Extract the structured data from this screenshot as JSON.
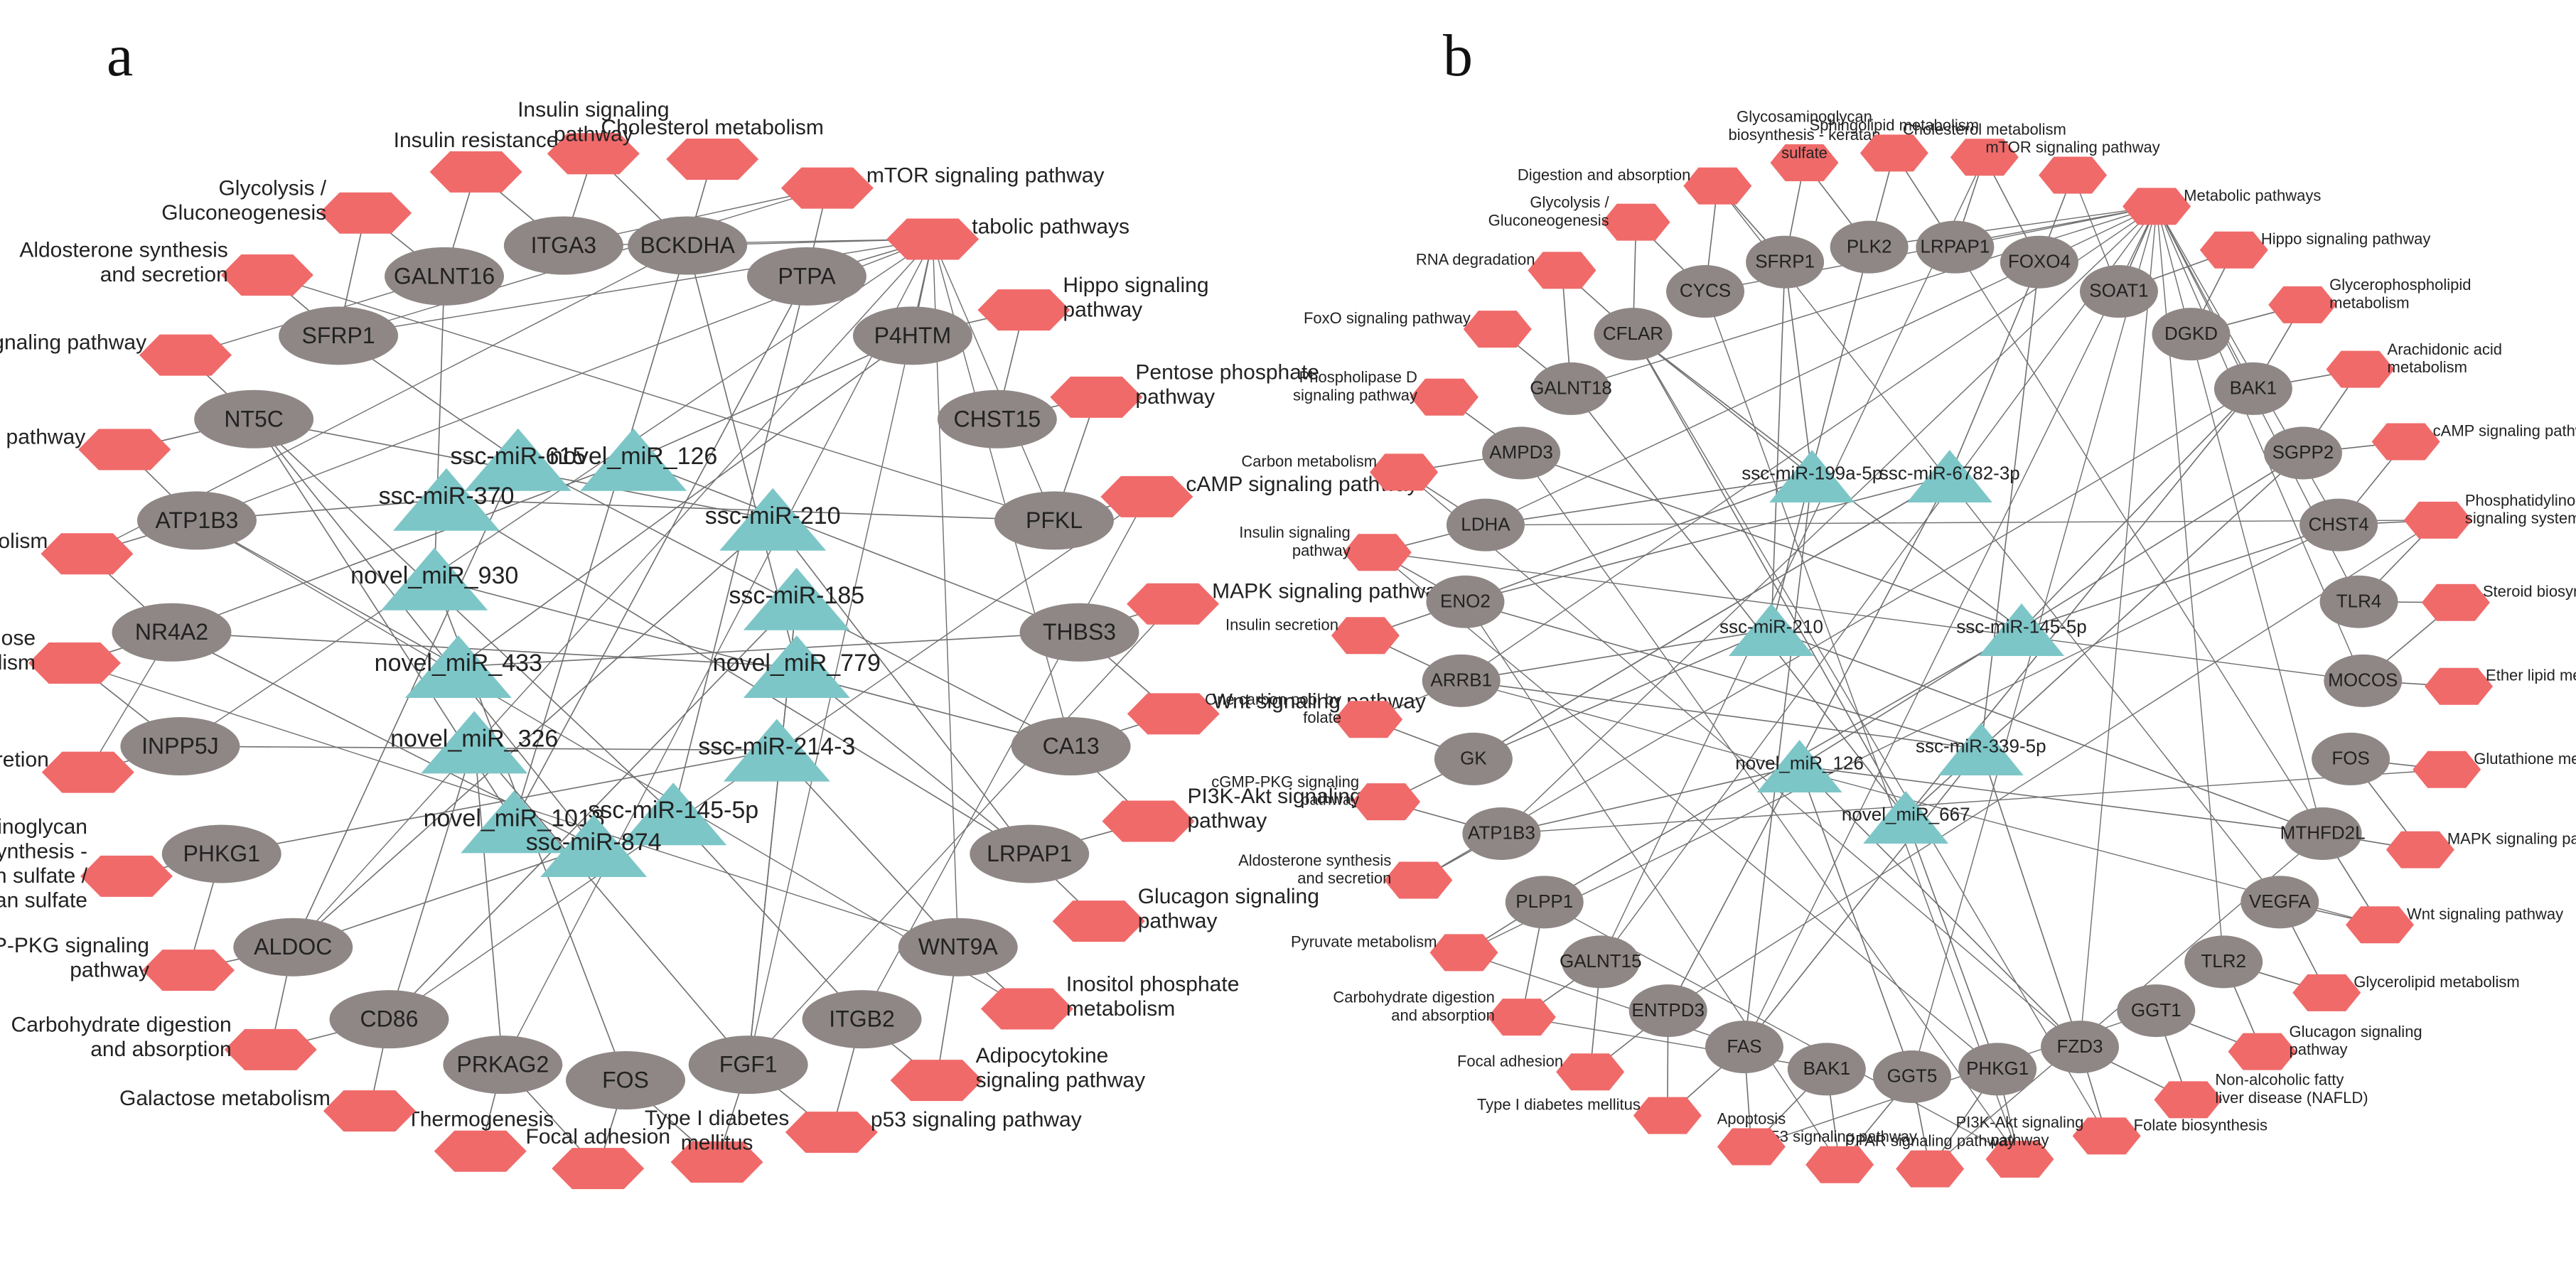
{
  "colors": {
    "mirna": "#7dc6c8",
    "gene": "#8f8786",
    "pathway": "#f06a6a",
    "edge": "#6f6f6f",
    "text": "#222222"
  },
  "panels": [
    {
      "letter": "a",
      "font_size": 30,
      "mirnas": [
        "ssc-miR-615",
        "novel_miR_126",
        "ssc-miR-370",
        "ssc-miR-210",
        "novel_miR_930",
        "ssc-miR-185",
        "novel_miR_433",
        "novel_miR_779",
        "novel_miR_326",
        "ssc-miR-214-3",
        "novel_miR_1018",
        "ssc-miR-145-5p",
        "ssc-miR-874"
      ],
      "genes": [
        "BCKDHA",
        "PTPA",
        "P4HTM",
        "CHST15",
        "PFKL",
        "THBS3",
        "CA13",
        "LRPAP1",
        "WNT9A",
        "ITGB2",
        "FGF1",
        "FOS",
        "PRKAG2",
        "CD86",
        "ALDOC",
        "PHKG1",
        "INPP5J",
        "NR4A2",
        "ATP1B3",
        "NT5C",
        "SFRP1",
        "GALNT16",
        "ITGA3"
      ],
      "pathways": [
        "Cholesterol metabolism",
        "mTOR signaling pathway",
        "tabolic pathways",
        "Hippo signaling pathway",
        "Pentose phosphate pathway",
        "cAMP signaling pathway",
        "MAPK signaling pathway",
        "Wnt signaling pathway",
        "PI3K-Akt signaling pathway",
        "Glucagon signaling pathway",
        "Inositol phosphate metabolism",
        "Adipocytokine signaling pathway",
        "p53 signaling pathway",
        "Type I diabetes mellitus",
        "Focal adhesion",
        "Thermogenesis",
        "Galactose metabolism",
        "Carbohydrate digestion and absorption",
        "cGMP-PKG signaling pathway",
        "Glycosaminoglycan biosynthesis - chondroitin sulfate / dermatan sulfate",
        "Insulin secretion",
        "Fructose and mannose metabolism",
        "Carbon metabolism",
        "AMPK signaling pathway",
        "FoxO signaling pathway",
        "Aldosterone synthesis and secretion",
        "Glycolysis / Gluconeogenesis",
        "Insulin resistance",
        "Insulin signaling pathway"
      ]
    },
    {
      "letter": "b",
      "font_size": 22,
      "mirnas": [
        "ssc-miR-199a-5p",
        "ssc-miR-6782-3p",
        "ssc-miR-210",
        "ssc-miR-145-5p",
        "novel_miR_126",
        "ssc-miR-339-5p",
        "novel_miR_667"
      ],
      "genes": [
        "LRPAP1",
        "FOXO4",
        "SOAT1",
        "DGKD",
        "BAK1",
        "SGPP2",
        "CHST4",
        "TLR4",
        "MOCOS",
        "FOS",
        "MTHFD2L",
        "VEGFA",
        "TLR2",
        "GGT1",
        "FZD3",
        "PHKG1",
        "GGT5",
        "BAK1",
        "FAS",
        "ENTPD3",
        "GALNT15",
        "PLPP1",
        "ATP1B3",
        "GK",
        "ARRB1",
        "ENO2",
        "LDHA",
        "AMPD3",
        "GALNT18",
        "CFLAR",
        "CYCS",
        "SFRP1",
        "PLK2"
      ],
      "pathways": [
        "Cholesterol metabolism",
        "mTOR signaling pathway",
        "Metabolic pathways",
        "Hippo signaling pathway",
        "Glycerophospholipid metabolism",
        "Arachidonic acid metabolism",
        "cAMP signaling pathway",
        "Phosphatidylinositol signaling system",
        "Steroid biosynthesis",
        "Ether lipid metabolism",
        "Glutathione metabolism",
        "MAPK signaling pathway",
        "Wnt signaling pathway",
        "Glycerolipid metabolism",
        "Glucagon signaling pathway",
        "Non-alcoholic fatty liver disease (NAFLD)",
        "Folate biosynthesis",
        "PI3K-Akt signaling pathway",
        "PPAR signaling pathway",
        "p53 signaling pathway",
        "Apoptosis",
        "Type I diabetes mellitus",
        "Focal adhesion",
        "Carbohydrate digestion and absorption",
        "Pyruvate metabolism",
        "Aldosterone synthesis and secretion",
        "cGMP-PKG signaling pathway",
        "One carbon pool by folate",
        "Insulin secretion",
        "Insulin signaling pathway",
        "Carbon metabolism",
        "Phospholipase D signaling pathway",
        "FoxO signaling pathway",
        "RNA degradation",
        "Glycolysis / Gluconeogenesis",
        "Digestion and absorption",
        "Glycosaminoglycan biosynthesis - keratan sulfate",
        "Sphingolipid metabolism"
      ]
    }
  ]
}
